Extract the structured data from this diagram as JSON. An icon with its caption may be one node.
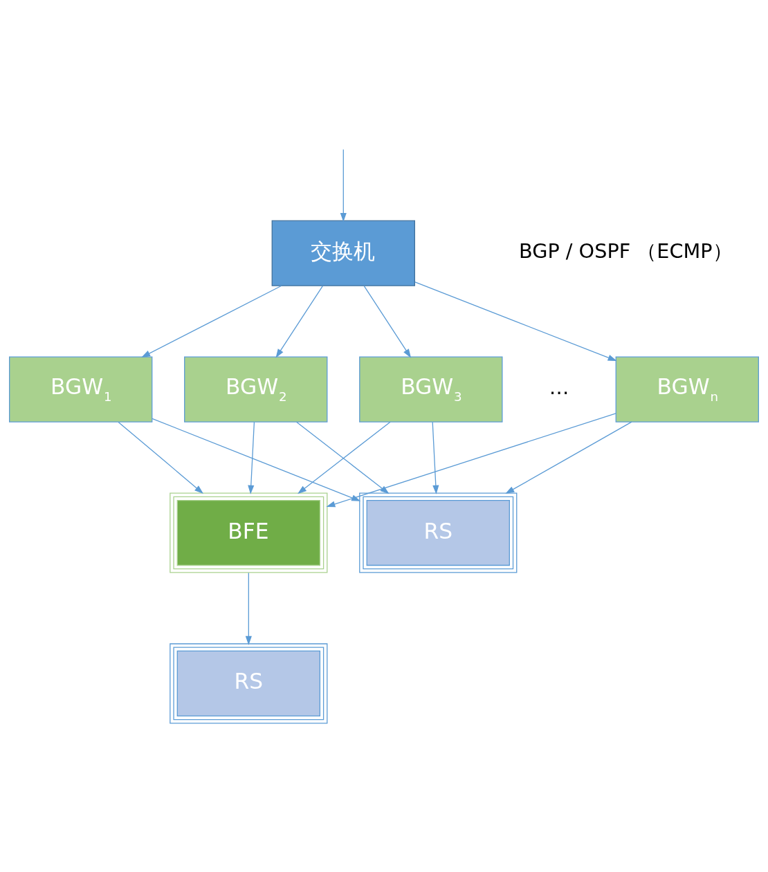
{
  "diagram": {
    "nodes": [
      {
        "text": [
          "交换机"
        ]
      },
      {
        "text": [
          "BGW$_{1}$"
        ]
      },
      {
        "text": [
          "BGW$_{2}$"
        ]
      },
      {
        "text": [
          "BGW$_{3}$"
        ]
      },
      {
        "text": [
          "BGW$_{n}$"
        ]
      },
      {
        "text": [
          "BFE"
        ]
      },
      {
        "text": [
          "RS"
        ]
      },
      {
        "text": [
          "RS"
        ]
      }
    ],
    "edges": [
      {
        "from": null,
        "to": 0,
        "arrow": "to"
      },
      {
        "from": 0,
        "to": 1,
        "arrow": "to"
      },
      {
        "from": 0,
        "to": 2,
        "arrow": "to"
      },
      {
        "from": 0,
        "to": 3,
        "arrow": "to"
      },
      {
        "from": 0,
        "to": 4,
        "arrow": "to"
      },
      {
        "from": 1,
        "to": 5,
        "arrow": "to"
      },
      {
        "from": 1,
        "to": 6,
        "arrow": "to"
      },
      {
        "from": 2,
        "to": 5,
        "arrow": "to"
      },
      {
        "from": 2,
        "to": 6,
        "arrow": "to"
      },
      {
        "from": 3,
        "to": 5,
        "arrow": "to"
      },
      {
        "from": 3,
        "to": 6,
        "arrow": "to"
      },
      {
        "from": 4,
        "to": 5,
        "arrow": "to"
      },
      {
        "from": 4,
        "to": 6,
        "arrow": "to"
      },
      {
        "from": 5,
        "to": 7,
        "arrow": "to"
      }
    ],
    "labels": [
      "BGP / OSPF （ECMP）",
      "…"
    ]
  }
}
